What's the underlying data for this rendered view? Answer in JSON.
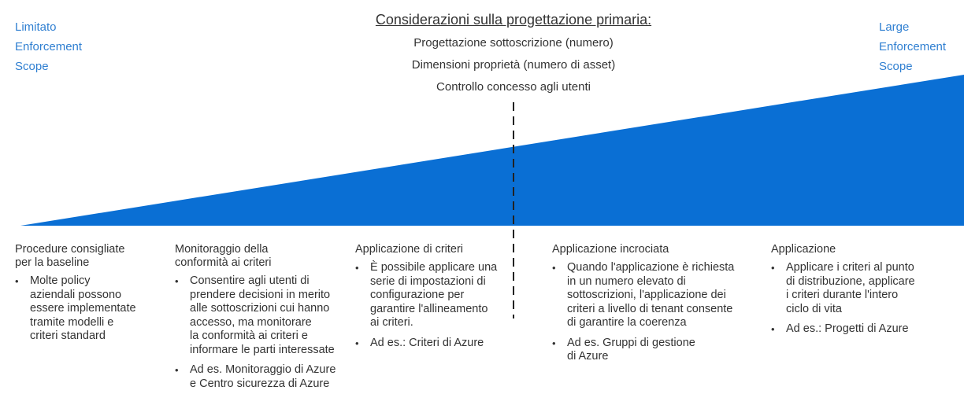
{
  "colors": {
    "wedge": "#0a6fd4",
    "scope_text": "#2f7fd1",
    "body_text": "#333333",
    "divider": "#222222"
  },
  "scope_left": {
    "lines": [
      "Limitato",
      "Enforcement",
      "Scope"
    ]
  },
  "scope_right": {
    "lines": [
      "Large",
      "Enforcement",
      "Scope"
    ]
  },
  "considerations": {
    "title": "Considerazioni sulla progettazione primaria:",
    "items": [
      "Progettazione sottoscrizione (numero)",
      "Dimensioni proprietà (numero di asset)",
      "Controllo concesso agli utenti"
    ]
  },
  "columns": [
    {
      "title_lines": [
        "Procedure consigliate",
        "per la baseline"
      ],
      "bullets": [
        {
          "lines": [
            "Molte policy",
            "aziendali possono",
            "essere implementate",
            "tramite modelli e",
            "criteri standard"
          ]
        }
      ]
    },
    {
      "title_lines": [
        "Monitoraggio della",
        "conformità ai criteri"
      ],
      "bullets": [
        {
          "lines": [
            "Consentire agli utenti di",
            "prendere decisioni in merito",
            "alle sottoscrizioni cui hanno",
            "accesso, ma monitorare",
            "la conformità ai criteri e",
            "informare le parti interessate"
          ]
        },
        {
          "lines": [
            "Ad es. Monitoraggio di Azure",
            "e Centro sicurezza di Azure"
          ]
        }
      ]
    },
    {
      "title_lines": [
        "Applicazione di criteri"
      ],
      "bullets": [
        {
          "lines": [
            "È possibile applicare una",
            "serie di impostazioni di",
            "configurazione per",
            "garantire l'allineamento",
            "ai criteri."
          ]
        },
        {
          "lines": [
            "Ad es.: Criteri di Azure"
          ]
        }
      ]
    },
    {
      "title_lines": [
        "Applicazione incrociata"
      ],
      "bullets": [
        {
          "lines": [
            "Quando l'applicazione è richiesta",
            "in un numero elevato di",
            "sottoscrizioni, l'applicazione dei",
            "criteri a livello di tenant consente",
            "di garantire la coerenza"
          ]
        },
        {
          "lines": [
            "Ad es. Gruppi di gestione",
            "di Azure"
          ]
        }
      ]
    },
    {
      "title_lines": [
        "Applicazione"
      ],
      "bullets": [
        {
          "lines": [
            "Applicare i criteri al punto",
            "di distribuzione, applicare",
            "i criteri durante l'intero",
            "ciclo di vita"
          ]
        },
        {
          "lines": [
            "Ad es.: Progetti di Azure"
          ]
        }
      ]
    }
  ]
}
